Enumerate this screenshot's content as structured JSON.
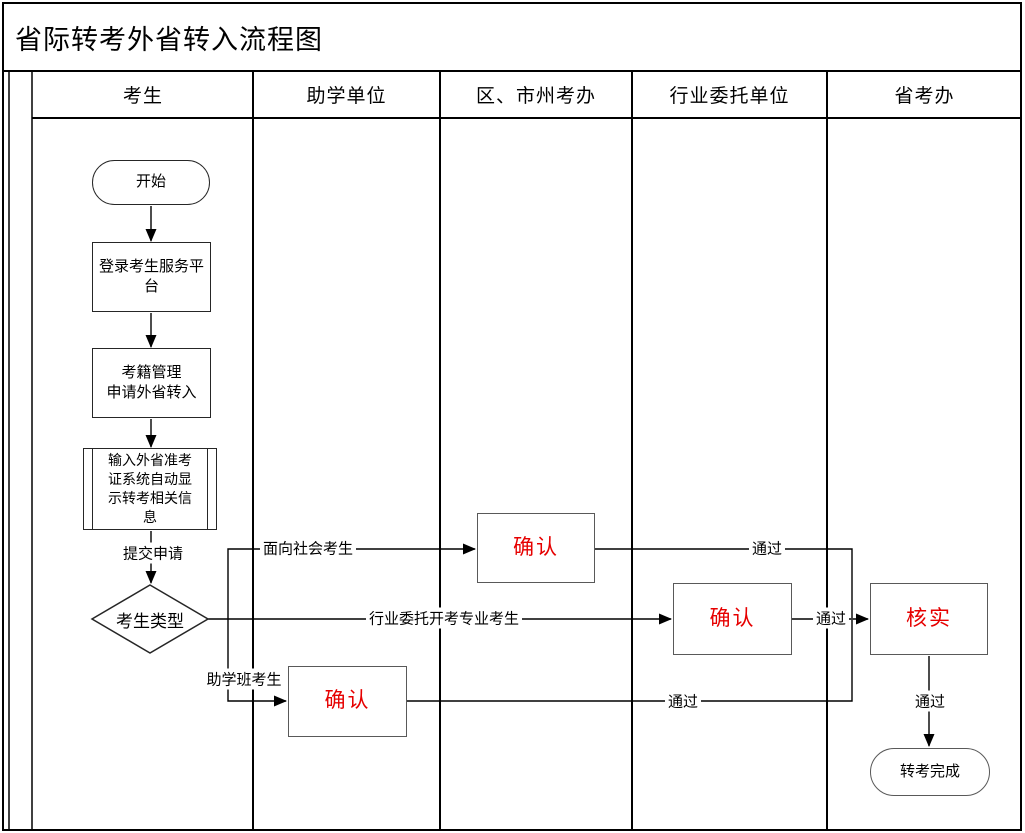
{
  "title": "省际转考外省转入流程图",
  "lanes": [
    {
      "label": "考生"
    },
    {
      "label": "助学单位"
    },
    {
      "label": "区、市州考办"
    },
    {
      "label": "行业委托单位"
    },
    {
      "label": "省考办"
    }
  ],
  "nodes": {
    "start": {
      "type": "terminator",
      "label": "开始"
    },
    "login": {
      "type": "process",
      "label": "登录考生服务平台"
    },
    "manage": {
      "type": "process",
      "label": "考籍管理\n申请外省转入"
    },
    "input": {
      "type": "predefined-process",
      "label": "输入外省准考证系统自动显示转考相关信息"
    },
    "decision": {
      "type": "decision",
      "label": "考生类型"
    },
    "confirm_helper": {
      "type": "process",
      "label": "确认"
    },
    "confirm_city": {
      "type": "process",
      "label": "确认"
    },
    "confirm_industry": {
      "type": "process",
      "label": "确认"
    },
    "verify": {
      "type": "process",
      "label": "核实"
    },
    "end": {
      "type": "terminator",
      "label": "转考完成"
    }
  },
  "edges": {
    "submit": "提交申请",
    "social": "面向社会考生",
    "industry": "行业委托开考专业考生",
    "helper_class": "助学班考生",
    "pass_city": "通过",
    "pass_industry": "通过",
    "pass_helper": "通过",
    "pass_verify": "通过"
  },
  "colors": {
    "line": "#000000",
    "accent_text": "#e60000"
  }
}
